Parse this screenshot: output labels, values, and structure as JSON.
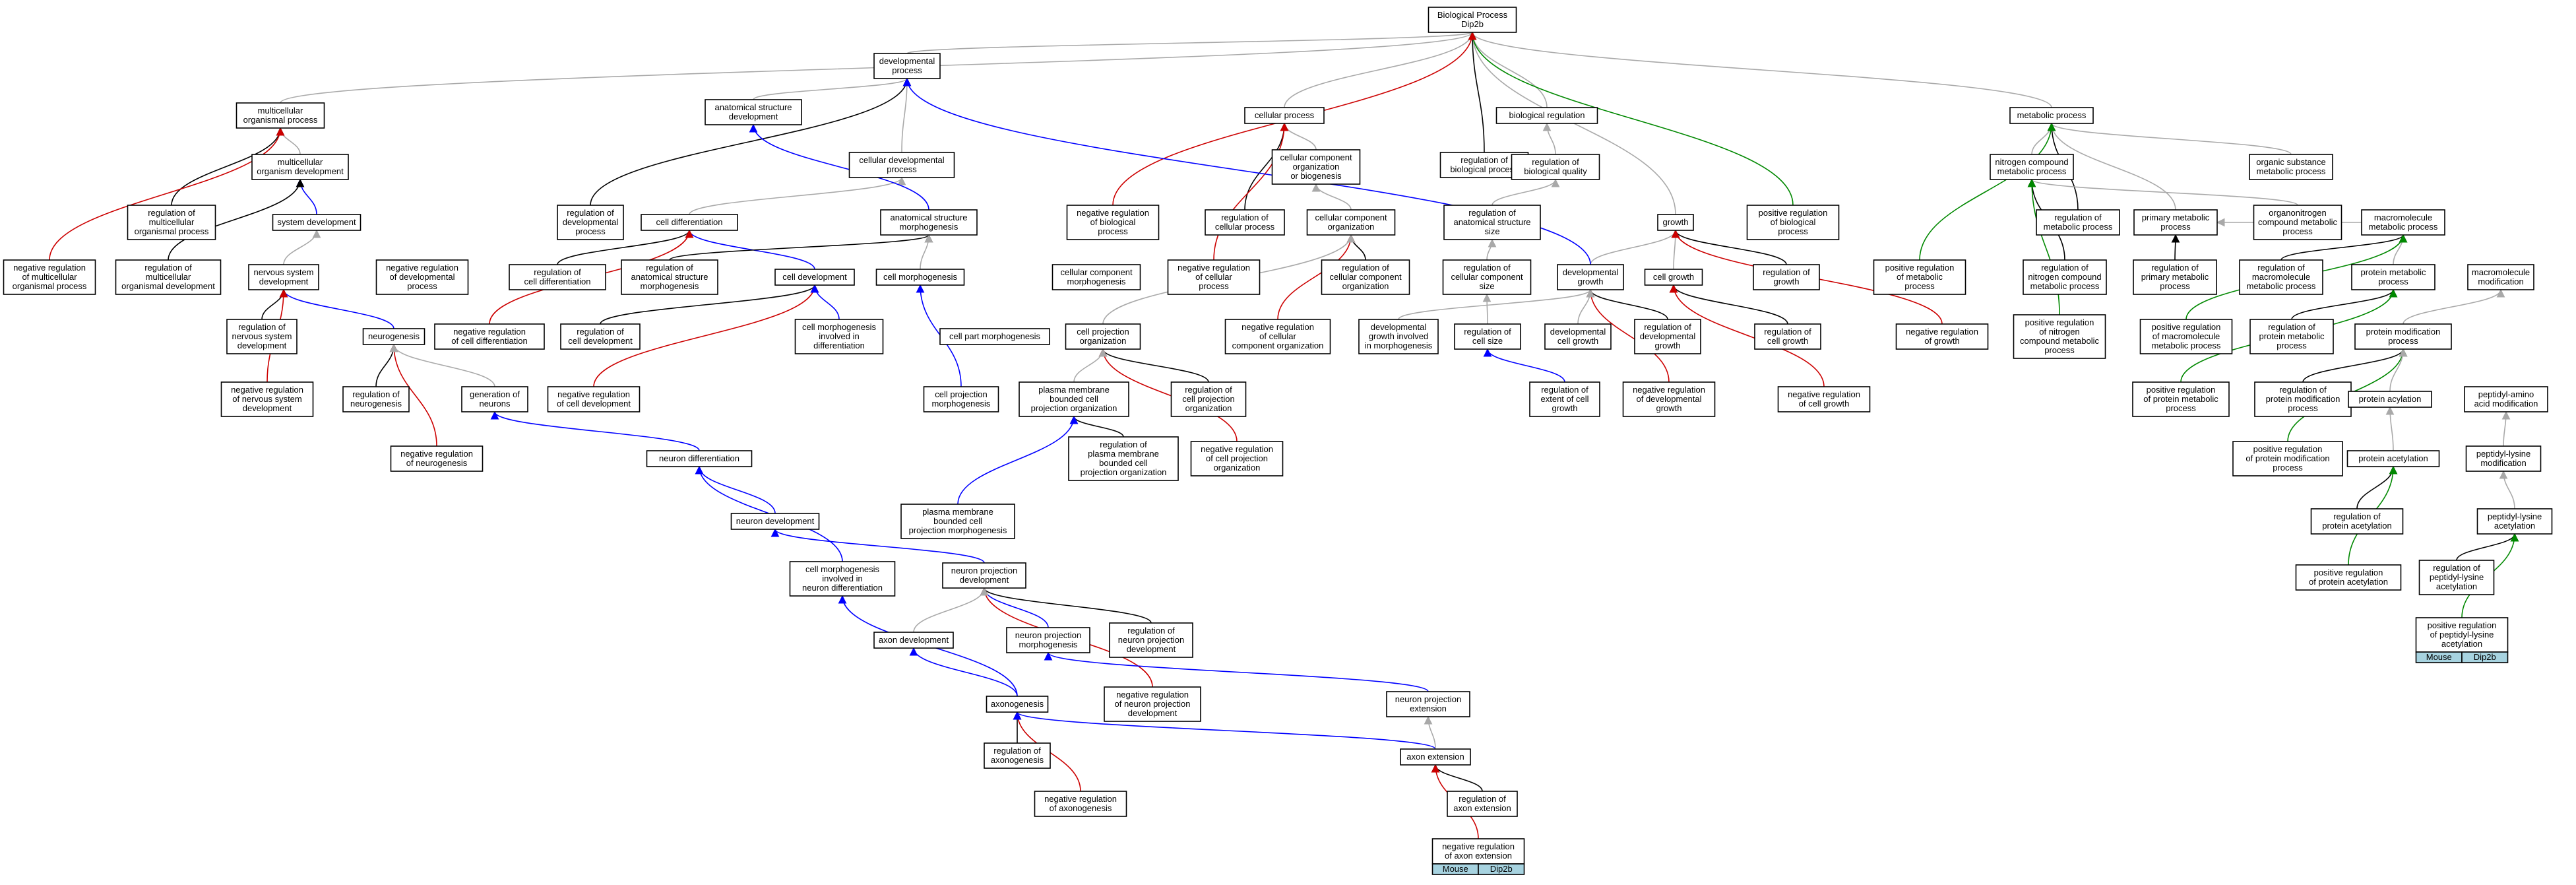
{
  "title": "GO term ancestry graph for Dip2b",
  "colors": {
    "is_a": "#a9a9a9",
    "part_of": "#0000ff",
    "regulates": "#000000",
    "negatively_regulates": "#cc0000",
    "positively_regulates": "#008800",
    "annotation_tag": "#a7d3e0"
  },
  "nodes": {
    "bp": {
      "lines": [
        "Biological Process",
        "Dip2b"
      ]
    },
    "devproc": {
      "lines": [
        "developmental",
        "process"
      ]
    },
    "mcop": {
      "lines": [
        "multicellular",
        "organismal process"
      ]
    },
    "asd": {
      "lines": [
        "anatomical structure",
        "development"
      ]
    },
    "cellproc": {
      "lines": [
        "cellular process"
      ]
    },
    "bioreg": {
      "lines": [
        "biological regulation"
      ]
    },
    "metab": {
      "lines": [
        "metabolic process"
      ]
    },
    "mcod": {
      "lines": [
        "multicellular",
        "organism development"
      ]
    },
    "celldevproc": {
      "lines": [
        "cellular developmental",
        "process"
      ]
    },
    "ccob": {
      "lines": [
        "cellular component",
        "organization",
        "or biogenesis"
      ]
    },
    "regbp": {
      "lines": [
        "regulation of",
        "biological process"
      ]
    },
    "regbq": {
      "lines": [
        "regulation of",
        "biological quality"
      ]
    },
    "ncmp": {
      "lines": [
        "nitrogen compound",
        "metabolic process"
      ]
    },
    "osmp": {
      "lines": [
        "organic substance",
        "metabolic process"
      ]
    },
    "regmcop": {
      "lines": [
        "regulation of",
        "multicellular",
        "organismal process"
      ]
    },
    "sysdev": {
      "lines": [
        "system development"
      ]
    },
    "regdevproc": {
      "lines": [
        "regulation of",
        "developmental",
        "process"
      ]
    },
    "celldiff": {
      "lines": [
        "cell differentiation"
      ]
    },
    "asm": {
      "lines": [
        "anatomical structure",
        "morphogenesis"
      ]
    },
    "negregbp": {
      "lines": [
        "negative regulation",
        "of biological",
        "process"
      ]
    },
    "regcellproc": {
      "lines": [
        "regulation of",
        "cellular process"
      ]
    },
    "cco": {
      "lines": [
        "cellular component",
        "organization"
      ]
    },
    "regass": {
      "lines": [
        "regulation of",
        "anatomical structure",
        "size"
      ]
    },
    "growth": {
      "lines": [
        "growth"
      ]
    },
    "posregbp": {
      "lines": [
        "positive regulation",
        "of biological",
        "process"
      ]
    },
    "regmp": {
      "lines": [
        "regulation of",
        "metabolic process"
      ]
    },
    "pmp": {
      "lines": [
        "primary metabolic",
        "process"
      ]
    },
    "oncmp": {
      "lines": [
        "organonitrogen",
        "compound metabolic",
        "process"
      ]
    },
    "mmp": {
      "lines": [
        "macromolecule",
        "metabolic process"
      ]
    },
    "negregmcop": {
      "lines": [
        "negative regulation",
        "of multicellular",
        "organismal process"
      ]
    },
    "regmcod": {
      "lines": [
        "regulation of",
        "multicellular",
        "organismal development"
      ]
    },
    "nsd": {
      "lines": [
        "nervous system",
        "development"
      ]
    },
    "negregdevproc": {
      "lines": [
        "negative regulation",
        "of developmental",
        "process"
      ]
    },
    "regcelldiff": {
      "lines": [
        "regulation of",
        "cell differentiation"
      ]
    },
    "regasm": {
      "lines": [
        "regulation of",
        "anatomical structure",
        "morphogenesis"
      ]
    },
    "celldev": {
      "lines": [
        "cell development"
      ]
    },
    "cellmorph": {
      "lines": [
        "cell morphogenesis"
      ]
    },
    "ccm": {
      "lines": [
        "cellular component",
        "morphogenesis"
      ]
    },
    "negregcellproc": {
      "lines": [
        "negative regulation",
        "of cellular",
        "process"
      ]
    },
    "regcco": {
      "lines": [
        "regulation of",
        "cellular component",
        "organization"
      ]
    },
    "regccs": {
      "lines": [
        "regulation of",
        "cellular component",
        "size"
      ]
    },
    "devgrowth": {
      "lines": [
        "developmental",
        "growth"
      ]
    },
    "cellgrowth": {
      "lines": [
        "cell growth"
      ]
    },
    "reggrowth": {
      "lines": [
        "regulation of",
        "growth"
      ]
    },
    "posregmp": {
      "lines": [
        "positive regulation",
        "of metabolic",
        "process"
      ]
    },
    "regncmp": {
      "lines": [
        "regulation of",
        "nitrogen compound",
        "metabolic process"
      ]
    },
    "regpmp": {
      "lines": [
        "regulation of",
        "primary metabolic",
        "process"
      ]
    },
    "regmmp": {
      "lines": [
        "regulation of",
        "macromolecule",
        "metabolic process"
      ]
    },
    "protmp": {
      "lines": [
        "protein metabolic",
        "process"
      ]
    },
    "macromod": {
      "lines": [
        "macromolecule",
        "modification"
      ]
    },
    "regnsd": {
      "lines": [
        "regulation of",
        "nervous system",
        "development"
      ]
    },
    "neurogenesis": {
      "lines": [
        "neurogenesis"
      ]
    },
    "negregcelldiff": {
      "lines": [
        "negative regulation",
        "of cell differentiation"
      ]
    },
    "regcelldev": {
      "lines": [
        "regulation of",
        "cell development"
      ]
    },
    "cmid": {
      "lines": [
        "cell morphogenesis",
        "involved in",
        "differentiation"
      ]
    },
    "cpm": {
      "lines": [
        "cell part morphogenesis"
      ]
    },
    "cpo": {
      "lines": [
        "cell projection",
        "organization"
      ]
    },
    "negregcco": {
      "lines": [
        "negative regulation",
        "of cellular",
        "component organization"
      ]
    },
    "dgim": {
      "lines": [
        "developmental",
        "growth involved",
        "in morphogenesis"
      ]
    },
    "regcellsize": {
      "lines": [
        "regulation of",
        "cell size"
      ]
    },
    "devcellgrowth": {
      "lines": [
        "developmental",
        "cell growth"
      ]
    },
    "regdevgrowth": {
      "lines": [
        "regulation of",
        "developmental",
        "growth"
      ]
    },
    "regcellgrowth": {
      "lines": [
        "regulation of",
        "cell growth"
      ]
    },
    "negreggrowth": {
      "lines": [
        "negative regulation",
        "of growth"
      ]
    },
    "posregncmp": {
      "lines": [
        "positive regulation",
        "of nitrogen",
        "compound metabolic",
        "process"
      ]
    },
    "posregmmp": {
      "lines": [
        "positive regulation",
        "of macromolecule",
        "metabolic process"
      ]
    },
    "regprotmp": {
      "lines": [
        "regulation of",
        "protein metabolic",
        "process"
      ]
    },
    "protmod": {
      "lines": [
        "protein modification",
        "process"
      ]
    },
    "negregnsd": {
      "lines": [
        "negative regulation",
        "of nervous system",
        "development"
      ]
    },
    "regneurogenesis": {
      "lines": [
        "regulation of",
        "neurogenesis"
      ]
    },
    "genneurons": {
      "lines": [
        "generation of",
        "neurons"
      ]
    },
    "negregcelldev": {
      "lines": [
        "negative regulation",
        "of cell development"
      ]
    },
    "cpmorph": {
      "lines": [
        "cell projection",
        "morphogenesis"
      ]
    },
    "pmbcpo": {
      "lines": [
        "plasma membrane",
        "bounded cell",
        "projection organization"
      ]
    },
    "regcpo": {
      "lines": [
        "regulation of",
        "cell projection",
        "organization"
      ]
    },
    "regextcellgrowth": {
      "lines": [
        "regulation of",
        "extent of cell",
        "growth"
      ]
    },
    "negregdevgrowth": {
      "lines": [
        "negative regulation",
        "of developmental",
        "growth"
      ]
    },
    "negregcellgrowth": {
      "lines": [
        "negative regulation",
        "of cell growth"
      ]
    },
    "posregprotmp": {
      "lines": [
        "positive regulation",
        "of protein metabolic",
        "process"
      ]
    },
    "regpmp2": {
      "lines": [
        "regulation of",
        "protein modification",
        "process"
      ]
    },
    "protacyl": {
      "lines": [
        "protein acylation"
      ]
    },
    "peptaamod": {
      "lines": [
        "peptidyl-amino",
        "acid modification"
      ]
    },
    "negregneurogenesis": {
      "lines": [
        "negative regulation",
        "of neurogenesis"
      ]
    },
    "negregcpo": {
      "lines": [
        "negative regulation",
        "of cell projection",
        "organization"
      ]
    },
    "regpmbcpo": {
      "lines": [
        "regulation of",
        "plasma membrane",
        "bounded cell",
        "projection organization"
      ]
    },
    "neurondiff": {
      "lines": [
        "neuron differentiation"
      ]
    },
    "posregpmp": {
      "lines": [
        "positive regulation",
        "of protein modification",
        "process"
      ]
    },
    "protacet": {
      "lines": [
        "protein acetylation"
      ]
    },
    "peptlysmod": {
      "lines": [
        "peptidyl-lysine",
        "modification"
      ]
    },
    "neurondev": {
      "lines": [
        "neuron development"
      ]
    },
    "pmbcpm": {
      "lines": [
        "plasma membrane",
        "bounded cell",
        "projection morphogenesis"
      ]
    },
    "regprotacet": {
      "lines": [
        "regulation of",
        "protein acetylation"
      ]
    },
    "peptlysacet": {
      "lines": [
        "peptidyl-lysine",
        "acetylation"
      ]
    },
    "cmind": {
      "lines": [
        "cell morphogenesis",
        "involved in",
        "neuron differentiation"
      ]
    },
    "npd": {
      "lines": [
        "neuron projection",
        "development"
      ]
    },
    "posregprotacet": {
      "lines": [
        "positive regulation",
        "of protein acetylation"
      ]
    },
    "regpeptlysacet": {
      "lines": [
        "regulation of",
        "peptidyl-lysine",
        "acetylation"
      ]
    },
    "axondev": {
      "lines": [
        "axon development"
      ]
    },
    "npm": {
      "lines": [
        "neuron projection",
        "morphogenesis"
      ]
    },
    "regnpd": {
      "lines": [
        "regulation of",
        "neuron projection",
        "development"
      ]
    },
    "posregpeptlysacet": {
      "lines": [
        "positive regulation",
        "of peptidyl-lysine",
        "acetylation"
      ]
    },
    "negregnpd": {
      "lines": [
        "negative regulation",
        "of neuron projection",
        "development"
      ]
    },
    "axonogenesis": {
      "lines": [
        "axonogenesis"
      ]
    },
    "npext": {
      "lines": [
        "neuron projection",
        "extension"
      ]
    },
    "regaxonogenesis": {
      "lines": [
        "regulation of",
        "axonogenesis"
      ]
    },
    "axonext": {
      "lines": [
        "axon extension"
      ]
    },
    "negregaxonogenesis": {
      "lines": [
        "negative regulation",
        "of axonogenesis"
      ]
    },
    "regaxonext": {
      "lines": [
        "regulation of",
        "axon extension"
      ]
    },
    "negregaxonext": {
      "lines": [
        "negative regulation",
        "of axon extension"
      ]
    }
  },
  "annotations": [
    {
      "anchor": "negregaxonext",
      "labels": [
        "Mouse",
        "Dip2b"
      ]
    },
    {
      "anchor": "posregpeptlysacet",
      "labels": [
        "Mouse",
        "Dip2b"
      ]
    }
  ],
  "edges": [
    [
      "devproc",
      "bp",
      "is_a"
    ],
    [
      "mcop",
      "bp",
      "is_a"
    ],
    [
      "cellproc",
      "bp",
      "is_a"
    ],
    [
      "bioreg",
      "bp",
      "is_a"
    ],
    [
      "metab",
      "bp",
      "is_a"
    ],
    [
      "growth",
      "bp",
      "is_a"
    ],
    [
      "regbp",
      "bp",
      "regulates"
    ],
    [
      "posregbp",
      "bp",
      "positively_regulates"
    ],
    [
      "negregbp",
      "bp",
      "negatively_regulates"
    ],
    [
      "asd",
      "devproc",
      "is_a"
    ],
    [
      "celldevproc",
      "devproc",
      "is_a"
    ],
    [
      "mcod",
      "mcop",
      "is_a"
    ],
    [
      "regmcop",
      "mcop",
      "regulates"
    ],
    [
      "negregmcop",
      "mcop",
      "negatively_regulates"
    ],
    [
      "sysdev",
      "mcod",
      "part_of"
    ],
    [
      "regmcod",
      "mcod",
      "regulates"
    ],
    [
      "nsd",
      "sysdev",
      "is_a"
    ],
    [
      "regdevproc",
      "devproc",
      "regulates"
    ],
    [
      "celldiff",
      "celldevproc",
      "is_a"
    ],
    [
      "asm",
      "asd",
      "part_of"
    ],
    [
      "celldev",
      "celldiff",
      "part_of"
    ],
    [
      "regcelldiff",
      "celldiff",
      "regulates"
    ],
    [
      "negregcelldiff",
      "celldiff",
      "negatively_regulates"
    ],
    [
      "regasm",
      "asm",
      "regulates"
    ],
    [
      "ccob",
      "cellproc",
      "is_a"
    ],
    [
      "cco",
      "ccob",
      "is_a"
    ],
    [
      "regcellproc",
      "cellproc",
      "regulates"
    ],
    [
      "negregcellproc",
      "cellproc",
      "negatively_regulates"
    ],
    [
      "regcco",
      "cco",
      "regulates"
    ],
    [
      "negregcco",
      "cco",
      "negatively_regulates"
    ],
    [
      "regbq",
      "bioreg",
      "is_a"
    ],
    [
      "regass",
      "regbq",
      "is_a"
    ],
    [
      "regccs",
      "regass",
      "is_a"
    ],
    [
      "devgrowth",
      "growth",
      "is_a"
    ],
    [
      "cellgrowth",
      "growth",
      "is_a"
    ],
    [
      "reggrowth",
      "growth",
      "regulates"
    ],
    [
      "negreggrowth",
      "growth",
      "negatively_regulates"
    ],
    [
      "devgrowth",
      "devproc",
      "part_of"
    ],
    [
      "regdevgrowth",
      "devgrowth",
      "regulates"
    ],
    [
      "negregdevgrowth",
      "devgrowth",
      "negatively_regulates"
    ],
    [
      "regcellgrowth",
      "cellgrowth",
      "regulates"
    ],
    [
      "negregcellgrowth",
      "cellgrowth",
      "negatively_regulates"
    ],
    [
      "devcellgrowth",
      "devgrowth",
      "is_a"
    ],
    [
      "regcellsize",
      "regccs",
      "is_a"
    ],
    [
      "regextcellgrowth",
      "regcellsize",
      "part_of"
    ],
    [
      "ncmp",
      "metab",
      "is_a"
    ],
    [
      "osmp",
      "metab",
      "is_a"
    ],
    [
      "pmp",
      "metab",
      "is_a"
    ],
    [
      "regmp",
      "metab",
      "regulates"
    ],
    [
      "posregmp",
      "metab",
      "positively_regulates"
    ],
    [
      "oncmp",
      "ncmp",
      "is_a"
    ],
    [
      "mmp",
      "pmp",
      "is_a"
    ],
    [
      "protmp",
      "mmp",
      "is_a"
    ],
    [
      "regncmp",
      "ncmp",
      "regulates"
    ],
    [
      "posregncmp",
      "ncmp",
      "positively_regulates"
    ],
    [
      "regpmp",
      "pmp",
      "regulates"
    ],
    [
      "regmmp",
      "mmp",
      "regulates"
    ],
    [
      "posregmmp",
      "mmp",
      "positively_regulates"
    ],
    [
      "regprotmp",
      "protmp",
      "regulates"
    ],
    [
      "posregprotmp",
      "protmp",
      "positively_regulates"
    ],
    [
      "protmod",
      "macromod",
      "is_a"
    ],
    [
      "regpmp2",
      "protmod",
      "regulates"
    ],
    [
      "posregpmp",
      "protmod",
      "positively_regulates"
    ],
    [
      "protacyl",
      "protmod",
      "is_a"
    ],
    [
      "protacet",
      "protacyl",
      "is_a"
    ],
    [
      "peptlysacet",
      "peptlysmod",
      "is_a"
    ],
    [
      "peptlysmod",
      "peptaamod",
      "is_a"
    ],
    [
      "regprotacet",
      "protacet",
      "regulates"
    ],
    [
      "posregprotacet",
      "protacet",
      "positively_regulates"
    ],
    [
      "regpeptlysacet",
      "peptlysacet",
      "regulates"
    ],
    [
      "posregpeptlysacet",
      "peptlysacet",
      "positively_regulates"
    ],
    [
      "neurogenesis",
      "nsd",
      "part_of"
    ],
    [
      "regnsd",
      "nsd",
      "regulates"
    ],
    [
      "negregnsd",
      "nsd",
      "negatively_regulates"
    ],
    [
      "regneurogenesis",
      "neurogenesis",
      "regulates"
    ],
    [
      "negregneurogenesis",
      "neurogenesis",
      "negatively_regulates"
    ],
    [
      "genneurons",
      "neurogenesis",
      "is_a"
    ],
    [
      "neurondiff",
      "genneurons",
      "part_of"
    ],
    [
      "neurondev",
      "neurondiff",
      "part_of"
    ],
    [
      "regcelldev",
      "celldev",
      "regulates"
    ],
    [
      "negregcelldev",
      "celldev",
      "negatively_regulates"
    ],
    [
      "cellmorph",
      "asm",
      "is_a"
    ],
    [
      "cpmorph",
      "cellmorph",
      "part_of"
    ],
    [
      "cmid",
      "celldev",
      "part_of"
    ],
    [
      "cmind",
      "neurondiff",
      "part_of"
    ],
    [
      "npd",
      "neurondev",
      "part_of"
    ],
    [
      "npm",
      "npd",
      "part_of"
    ],
    [
      "regnpd",
      "npd",
      "regulates"
    ],
    [
      "negregnpd",
      "npd",
      "negatively_regulates"
    ],
    [
      "axondev",
      "npd",
      "is_a"
    ],
    [
      "axonogenesis",
      "axondev",
      "part_of"
    ],
    [
      "axonogenesis",
      "cmind",
      "part_of"
    ],
    [
      "regaxonogenesis",
      "axonogenesis",
      "regulates"
    ],
    [
      "negregaxonogenesis",
      "axonogenesis",
      "negatively_regulates"
    ],
    [
      "npext",
      "npm",
      "part_of"
    ],
    [
      "axonext",
      "axonogenesis",
      "part_of"
    ],
    [
      "axonext",
      "npext",
      "is_a"
    ],
    [
      "regaxonext",
      "axonext",
      "regulates"
    ],
    [
      "negregaxonext",
      "axonext",
      "negatively_regulates"
    ],
    [
      "cpo",
      "cco",
      "is_a"
    ],
    [
      "regcpo",
      "cpo",
      "regulates"
    ],
    [
      "negregcpo",
      "cpo",
      "negatively_regulates"
    ],
    [
      "pmbcpo",
      "cpo",
      "is_a"
    ],
    [
      "regpmbcpo",
      "pmbcpo",
      "regulates"
    ],
    [
      "pmbcpm",
      "pmbcpo",
      "part_of"
    ],
    [
      "dgim",
      "devgrowth",
      "is_a"
    ]
  ]
}
